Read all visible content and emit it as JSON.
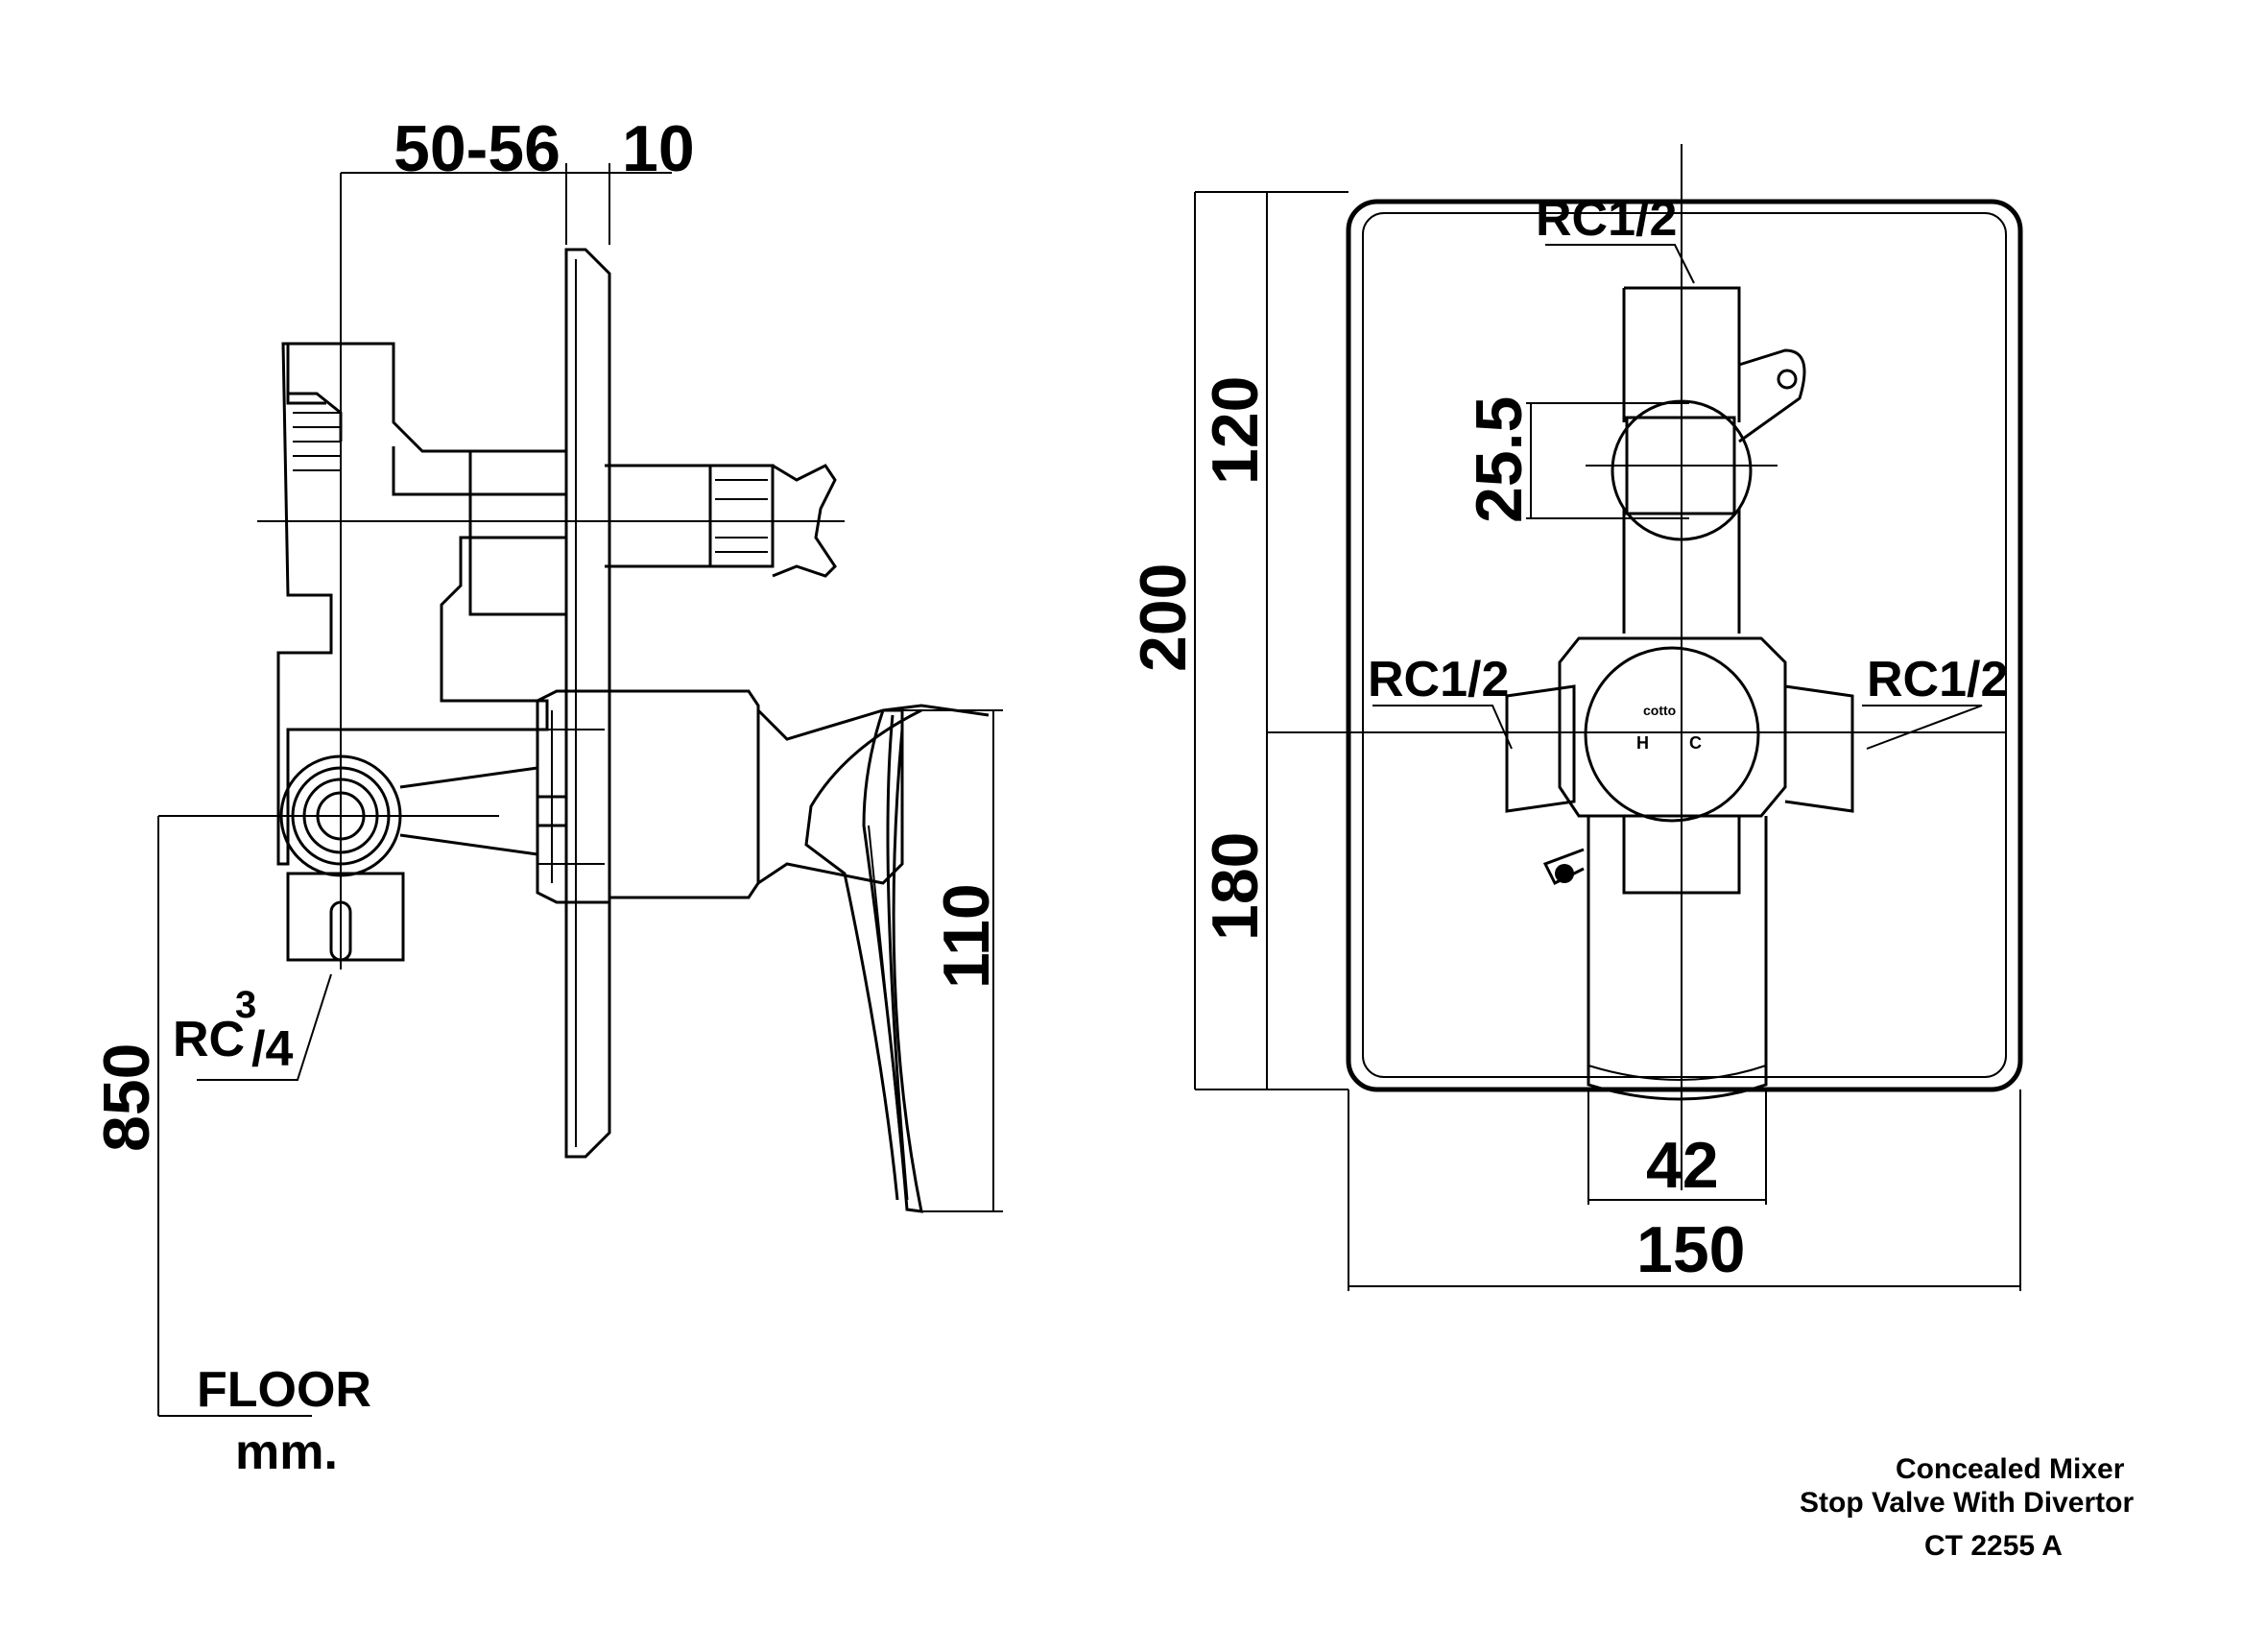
{
  "dimensions": {
    "side_depth": "50-56",
    "plate_thickness": "10",
    "handle_height": "110",
    "floor_height": "850",
    "top_section": "120",
    "total_height": "200",
    "bottom_section": "180",
    "valve_size": "25.5",
    "handle_width": "42",
    "total_width": "150"
  },
  "labels": {
    "rc_top": "RC1/2",
    "rc_left": "RC1/2",
    "rc_right": "RC1/2",
    "rc_bottom_main": "RC",
    "rc_bottom_sup": "3",
    "rc_bottom_slash": "/4",
    "floor": "FLOOR",
    "unit": "mm.",
    "brand": "cotto",
    "hot": "H",
    "cold": "C"
  },
  "title_block": {
    "line1": "Concealed Mixer",
    "line2": "Stop Valve With Divertor",
    "model": "CT 2255 A"
  }
}
